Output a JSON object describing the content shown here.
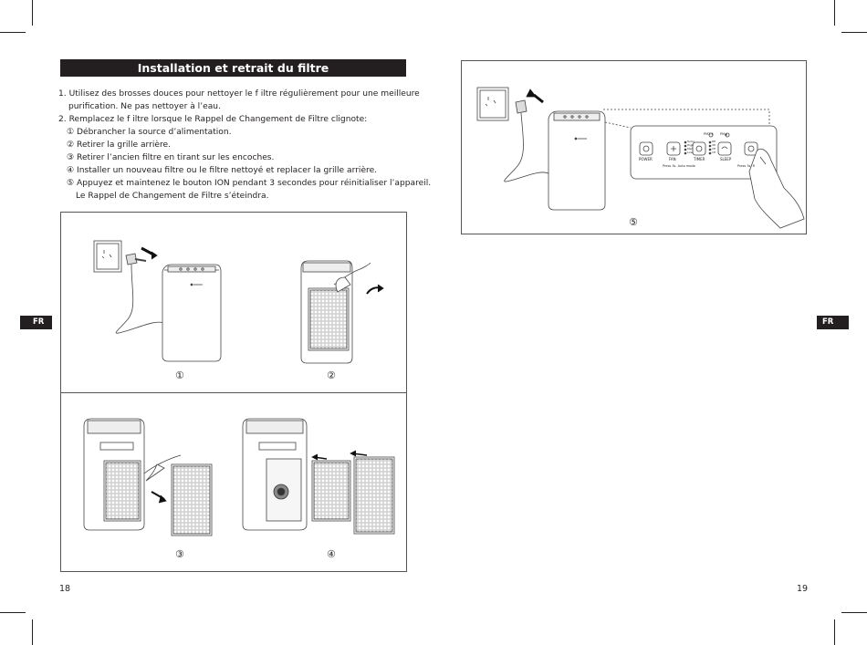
{
  "left_page": {
    "title": "Installation et retrait du filtre",
    "instructions": [
      "1. Utilisez des brosses douces pour nettoyer le f iltre régulièrement pour une meilleure",
      "purification. Ne pas nettoyer à l’eau.",
      "2. Remplacez le f iltre lorsque le Rappel de Changement de Filtre clignote:",
      "① Débrancher la source d’alimentation.",
      "② Retirer la grille arrière.",
      "③ Retirer l’ancien filtre en tirant sur les encoches.",
      "④ Installer un nouveau filtre ou le filtre nettoyé et replacer la grille arrière.",
      "⑤ Appuyez et maintenez le bouton ION pendant 3 secondes pour réinitialiser l’appareil.",
      "Le Rappel de Changement de Filtre s’éteindra."
    ],
    "steps": [
      "①",
      "②",
      "③",
      "④"
    ],
    "side_tab": "FR",
    "page_number": "18"
  },
  "right_page": {
    "step": "⑤",
    "control_panel": {
      "buttons": [
        "POWER",
        "FAN",
        "TIMER",
        "SLEEP",
        ""
      ],
      "indicators": [
        "PM2.5",
        "PM▲"
      ],
      "fan_levels": [
        "Turbo",
        "High",
        "Med",
        "Low"
      ],
      "timer_levels": [
        "8H",
        "4H",
        "2H",
        "1H"
      ],
      "note_left": "Press 3s. Auto mode",
      "note_right": "Press 3s. R"
    },
    "side_tab": "FR",
    "page_number": "19"
  },
  "colors": {
    "ink": "#231f20",
    "panel_border": "#555555",
    "background": "#ffffff"
  }
}
